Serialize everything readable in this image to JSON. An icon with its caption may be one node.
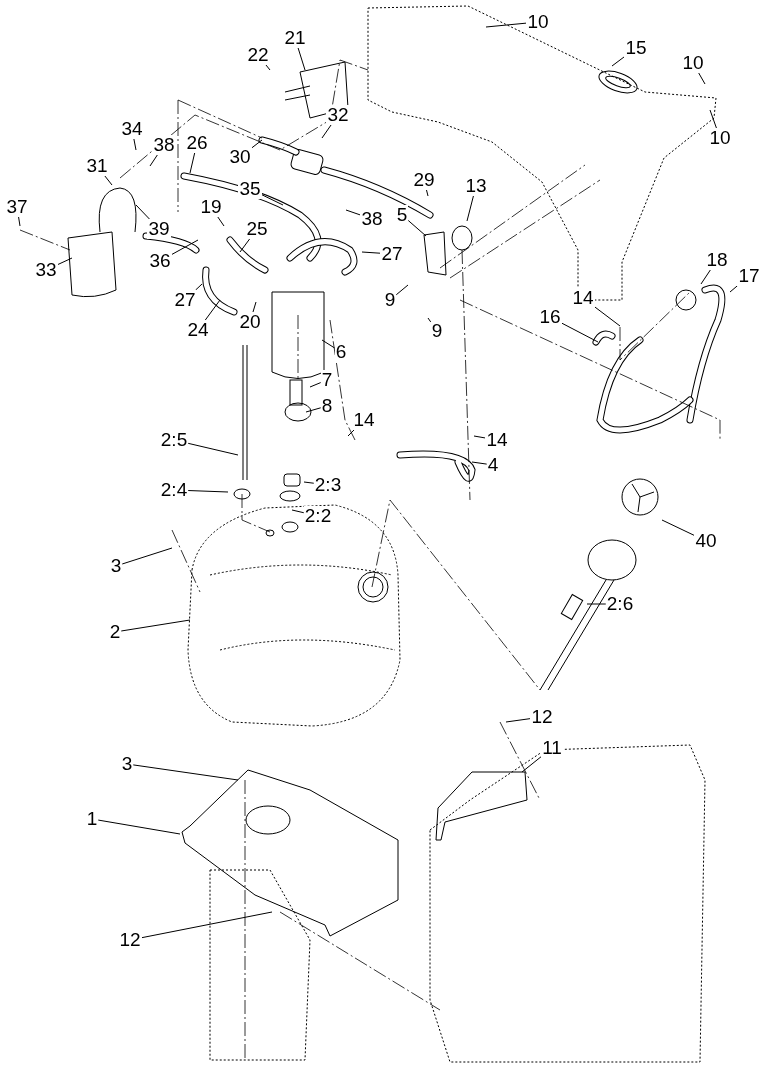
{
  "diagram": {
    "nodes": [
      {
        "text": [
          "10"
        ]
      },
      {
        "text": [
          "15"
        ]
      },
      {
        "text": [
          "21"
        ]
      },
      {
        "text": [
          "22"
        ]
      },
      {
        "text": [
          "10"
        ]
      },
      {
        "text": [
          "10"
        ]
      },
      {
        "text": [
          "34"
        ]
      },
      {
        "text": [
          "38"
        ]
      },
      {
        "text": [
          "32"
        ]
      },
      {
        "text": [
          "26"
        ]
      },
      {
        "text": [
          "30"
        ]
      },
      {
        "text": [
          "31"
        ]
      },
      {
        "text": [
          "35"
        ]
      },
      {
        "text": [
          "29"
        ]
      },
      {
        "text": [
          "13"
        ]
      },
      {
        "text": [
          "38"
        ]
      },
      {
        "text": [
          "39"
        ]
      },
      {
        "text": [
          "37"
        ]
      },
      {
        "text": [
          "19"
        ]
      },
      {
        "text": [
          "5"
        ]
      },
      {
        "text": [
          "25"
        ]
      },
      {
        "text": [
          "27"
        ]
      },
      {
        "text": [
          "36"
        ]
      },
      {
        "text": [
          "33"
        ]
      },
      {
        "text": [
          "27"
        ]
      },
      {
        "text": [
          "9"
        ]
      },
      {
        "text": [
          "20"
        ]
      },
      {
        "text": [
          "24"
        ]
      },
      {
        "text": [
          "18"
        ]
      },
      {
        "text": [
          "17"
        ]
      },
      {
        "text": [
          "14"
        ]
      },
      {
        "text": [
          "16"
        ]
      },
      {
        "text": [
          "9"
        ]
      },
      {
        "text": [
          "6"
        ]
      },
      {
        "text": [
          "7"
        ]
      },
      {
        "text": [
          "8"
        ]
      },
      {
        "text": [
          "14"
        ]
      },
      {
        "text": [
          "14"
        ]
      },
      {
        "text": [
          "2:5"
        ]
      },
      {
        "text": [
          "4"
        ]
      },
      {
        "text": [
          "2:3"
        ]
      },
      {
        "text": [
          "2:4"
        ]
      },
      {
        "text": [
          "2:2"
        ]
      },
      {
        "text": [
          "40"
        ]
      },
      {
        "text": [
          "3"
        ]
      },
      {
        "text": [
          "2:6"
        ]
      },
      {
        "text": [
          "2"
        ]
      },
      {
        "text": [
          "12"
        ]
      },
      {
        "text": [
          "11"
        ]
      },
      {
        "text": [
          "3"
        ]
      },
      {
        "text": [
          "1"
        ]
      },
      {
        "text": [
          "12"
        ]
      }
    ],
    "edges": [
      {
        "from": 0,
        "to": null,
        "arrow": "none"
      },
      {
        "from": 1,
        "to": null,
        "arrow": "none"
      },
      {
        "from": 2,
        "to": null,
        "arrow": "none"
      },
      {
        "from": 3,
        "to": null,
        "arrow": "none"
      },
      {
        "from": 4,
        "to": null,
        "arrow": "none"
      },
      {
        "from": 5,
        "to": null,
        "arrow": "none"
      },
      {
        "from": 6,
        "to": null,
        "arrow": "none"
      },
      {
        "from": 7,
        "to": null,
        "arrow": "none"
      },
      {
        "from": 8,
        "to": null,
        "arrow": "none"
      },
      {
        "from": 9,
        "to": null,
        "arrow": "none"
      },
      {
        "from": 10,
        "to": null,
        "arrow": "none"
      },
      {
        "from": 11,
        "to": null,
        "arrow": "none"
      },
      {
        "from": 12,
        "to": null,
        "arrow": "none"
      },
      {
        "from": 13,
        "to": null,
        "arrow": "none"
      },
      {
        "from": 14,
        "to": null,
        "arrow": "none"
      },
      {
        "from": 15,
        "to": null,
        "arrow": "none"
      },
      {
        "from": 16,
        "to": null,
        "arrow": "none"
      },
      {
        "from": 17,
        "to": null,
        "arrow": "none"
      },
      {
        "from": 18,
        "to": null,
        "arrow": "none"
      },
      {
        "from": 19,
        "to": null,
        "arrow": "none"
      },
      {
        "from": 20,
        "to": null,
        "arrow": "none"
      },
      {
        "from": 21,
        "to": null,
        "arrow": "none"
      },
      {
        "from": 22,
        "to": null,
        "arrow": "none"
      },
      {
        "from": 23,
        "to": null,
        "arrow": "none"
      },
      {
        "from": 24,
        "to": null,
        "arrow": "none"
      },
      {
        "from": 25,
        "to": null,
        "arrow": "none"
      },
      {
        "from": 26,
        "to": null,
        "arrow": "none"
      },
      {
        "from": 27,
        "to": null,
        "arrow": "none"
      },
      {
        "from": 28,
        "to": null,
        "arrow": "none"
      },
      {
        "from": 29,
        "to": null,
        "arrow": "none"
      },
      {
        "from": 30,
        "to": null,
        "arrow": "none"
      },
      {
        "from": 31,
        "to": null,
        "arrow": "none"
      },
      {
        "from": 32,
        "to": null,
        "arrow": "none"
      },
      {
        "from": 33,
        "to": null,
        "arrow": "none"
      },
      {
        "from": 34,
        "to": null,
        "arrow": "none"
      },
      {
        "from": 35,
        "to": null,
        "arrow": "none"
      },
      {
        "from": 36,
        "to": null,
        "arrow": "none"
      },
      {
        "from": 37,
        "to": null,
        "arrow": "none"
      },
      {
        "from": 38,
        "to": null,
        "arrow": "none"
      },
      {
        "from": 39,
        "to": null,
        "arrow": "none"
      },
      {
        "from": 40,
        "to": null,
        "arrow": "none"
      },
      {
        "from": 41,
        "to": null,
        "arrow": "none"
      },
      {
        "from": 42,
        "to": null,
        "arrow": "none"
      },
      {
        "from": 43,
        "to": null,
        "arrow": "none"
      },
      {
        "from": 44,
        "to": null,
        "arrow": "none"
      },
      {
        "from": 45,
        "to": null,
        "arrow": "none"
      },
      {
        "from": 46,
        "to": null,
        "arrow": "none"
      },
      {
        "from": 47,
        "to": null,
        "arrow": "none"
      },
      {
        "from": 48,
        "to": null,
        "arrow": "none"
      },
      {
        "from": 49,
        "to": null,
        "arrow": "none"
      },
      {
        "from": 50,
        "to": null,
        "arrow": "none"
      },
      {
        "from": 51,
        "to": null,
        "arrow": "none"
      }
    ]
  }
}
